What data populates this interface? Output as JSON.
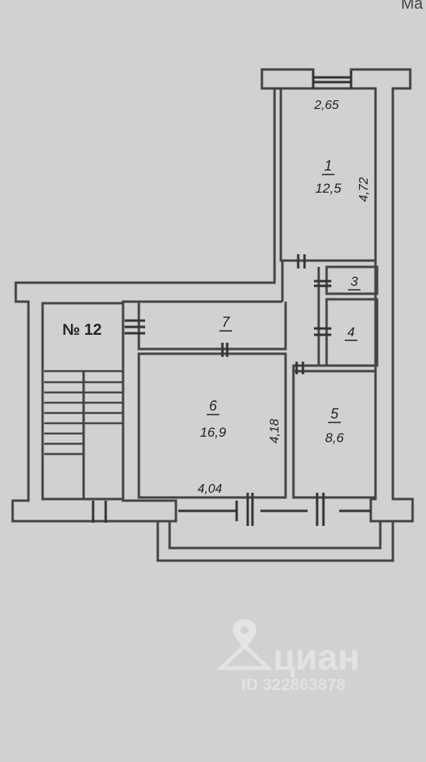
{
  "corner_text": "Ma",
  "plan": {
    "entrance_label": "№ 12",
    "rooms": [
      {
        "number": "1",
        "area": "12,5"
      },
      {
        "number": "3"
      },
      {
        "number": "4"
      },
      {
        "number": "5",
        "area": "8,6"
      },
      {
        "number": "6",
        "area": "16,9"
      },
      {
        "number": "7"
      }
    ],
    "dimensions": {
      "room1_width": "2,65",
      "room1_length": "4,72",
      "room6_width": "4,04",
      "room6_length": "4,18"
    }
  },
  "watermark": {
    "brand": "циан",
    "id": "ID 322863878"
  },
  "colors": {
    "background": "#cfd1d2",
    "wall": "#444444",
    "ink": "#222222",
    "watermark": "#e4e5e6"
  }
}
